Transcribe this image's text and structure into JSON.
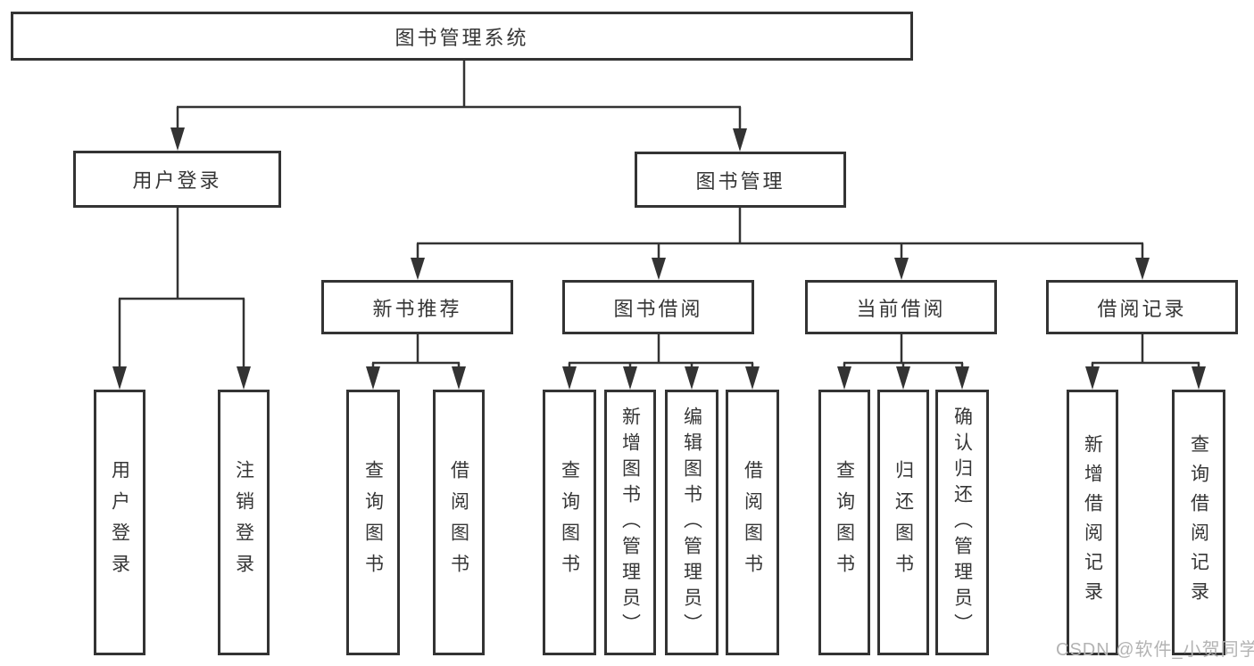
{
  "nodes": {
    "root": "图书管理系统",
    "branches": [
      "用户登录",
      "图书管理"
    ],
    "modules": [
      "新书推荐",
      "图书借阅",
      "当前借阅",
      "借阅记录"
    ],
    "leaves": [
      "用户登录",
      "注销登录",
      "查询图书",
      "借阅图书",
      "查询图书",
      "新增图书（管理员）",
      "编辑图书（管理员）",
      "借阅图书",
      "查询图书",
      "归还图书",
      "确认归还（管理员）",
      "新增借阅记录",
      "查询借阅记录"
    ]
  },
  "watermark": "CSDN @软件_小贺同学",
  "colors": {
    "line": "#333333",
    "border": "#333333",
    "text": "#363636",
    "watermark": "#b3b3b3",
    "background": "#ffffff"
  }
}
